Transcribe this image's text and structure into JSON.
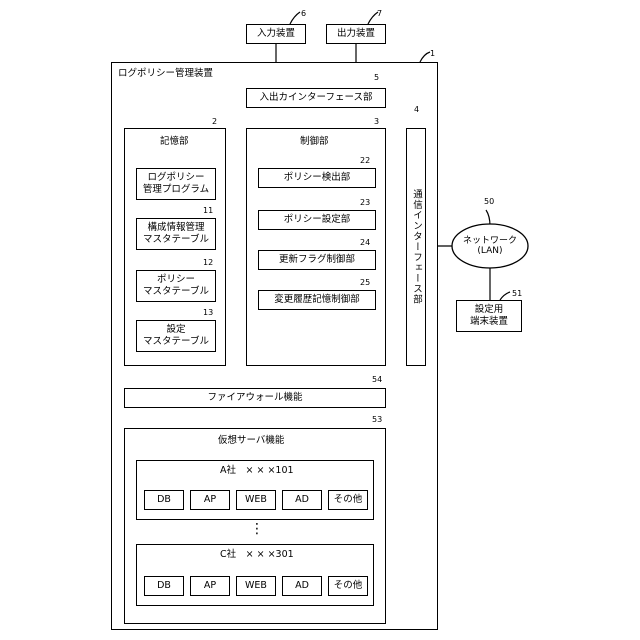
{
  "devices": {
    "input": {
      "label": "入力装置",
      "ref": "6"
    },
    "output": {
      "label": "出力装置",
      "ref": "7"
    }
  },
  "main": {
    "label": "ログポリシー管理装置",
    "ref": "1"
  },
  "io_interface": {
    "label": "入出カインターフェース部",
    "ref": "5"
  },
  "storage": {
    "label": "記憶部",
    "ref": "2",
    "items": [
      {
        "label": "ログポリシー\n管理プログラム",
        "ref": ""
      },
      {
        "label": "構成情報管理\nマスタテーブル",
        "ref": "11"
      },
      {
        "label": "ポリシー\nマスタテーブル",
        "ref": "12"
      },
      {
        "label": "設定\nマスタテーブル",
        "ref": "13"
      }
    ]
  },
  "control": {
    "label": "制御部",
    "ref": "3",
    "items": [
      {
        "label": "ポリシー検出部",
        "ref": "22"
      },
      {
        "label": "ポリシー設定部",
        "ref": "23"
      },
      {
        "label": "更新フラグ制御部",
        "ref": "24"
      },
      {
        "label": "変更履歴記憶制御部",
        "ref": "25"
      }
    ]
  },
  "comm_interface": {
    "label": "通信インターフェース部",
    "ref": "4"
  },
  "network": {
    "label": "ネットワーク\n(LAN)",
    "ref": "50"
  },
  "terminal": {
    "label": "設定用\n端末装置",
    "ref": "51"
  },
  "firewall": {
    "label": "ファイアウォール機能",
    "ref": "54"
  },
  "virtual": {
    "label": "仮想サーバ機能",
    "ref": "53",
    "companies": [
      {
        "label": "A社　× × ×101",
        "modules": [
          "DB",
          "AP",
          "WEB",
          "AD",
          "その他"
        ]
      },
      {
        "label": "C社　× × ×301",
        "modules": [
          "DB",
          "AP",
          "WEB",
          "AD",
          "その他"
        ]
      }
    ],
    "ellipsis": "⋮"
  }
}
